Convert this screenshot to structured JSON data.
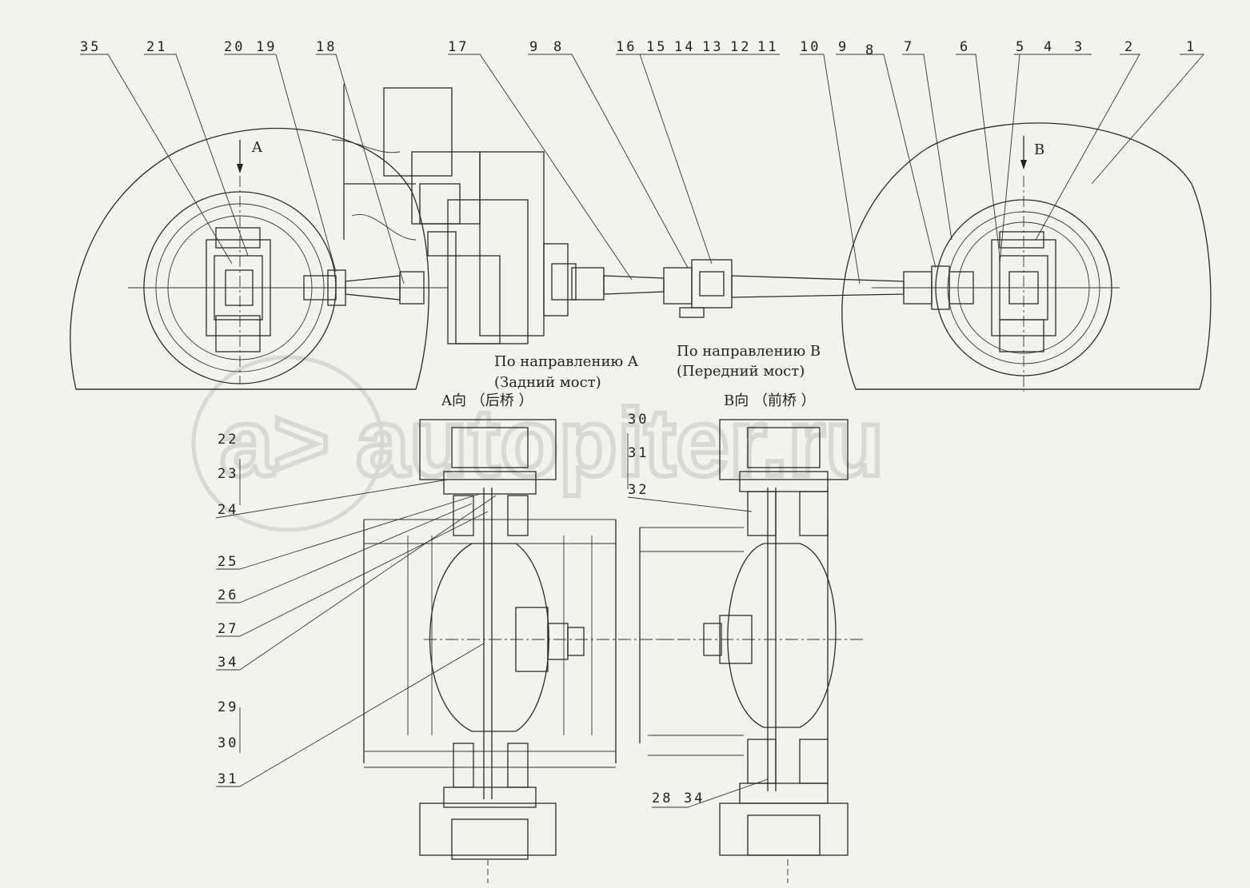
{
  "part_numbers": {
    "p35": "35",
    "p21": "21",
    "p20": "20",
    "p19": "19",
    "p18": "18",
    "p17": "17",
    "p9a": "9",
    "p8a": "8",
    "p16": "16",
    "p15": "15",
    "p14": "14",
    "p13": "13",
    "p12": "12",
    "p11": "11",
    "p10": "10",
    "p9b": "9",
    "p8b": "8",
    "p7": "7",
    "p6": "6",
    "p5": "5",
    "p4": "4",
    "p3": "3",
    "p2": "2",
    "p1": "1",
    "p22": "22",
    "p23": "23",
    "p24": "24",
    "p25": "25",
    "p26": "26",
    "p27": "27",
    "p34a": "34",
    "p29": "29",
    "p30a": "30",
    "p31a": "31",
    "p30b": "30",
    "p31b": "31",
    "p32": "32",
    "p28": "28",
    "p34b": "34"
  },
  "view_markers": {
    "a": "A",
    "b": "B"
  },
  "captions": {
    "dir_a_line1": "По направлению A",
    "dir_a_line2": "(Задний мост)",
    "dir_b_line1": "По направлению B",
    "dir_b_line2": "(Передний мост)",
    "view_a_cn": "A向 （后桥 ）",
    "view_b_cn": "B向 （前桥 ）"
  },
  "watermark": "a> autopiter.ru"
}
